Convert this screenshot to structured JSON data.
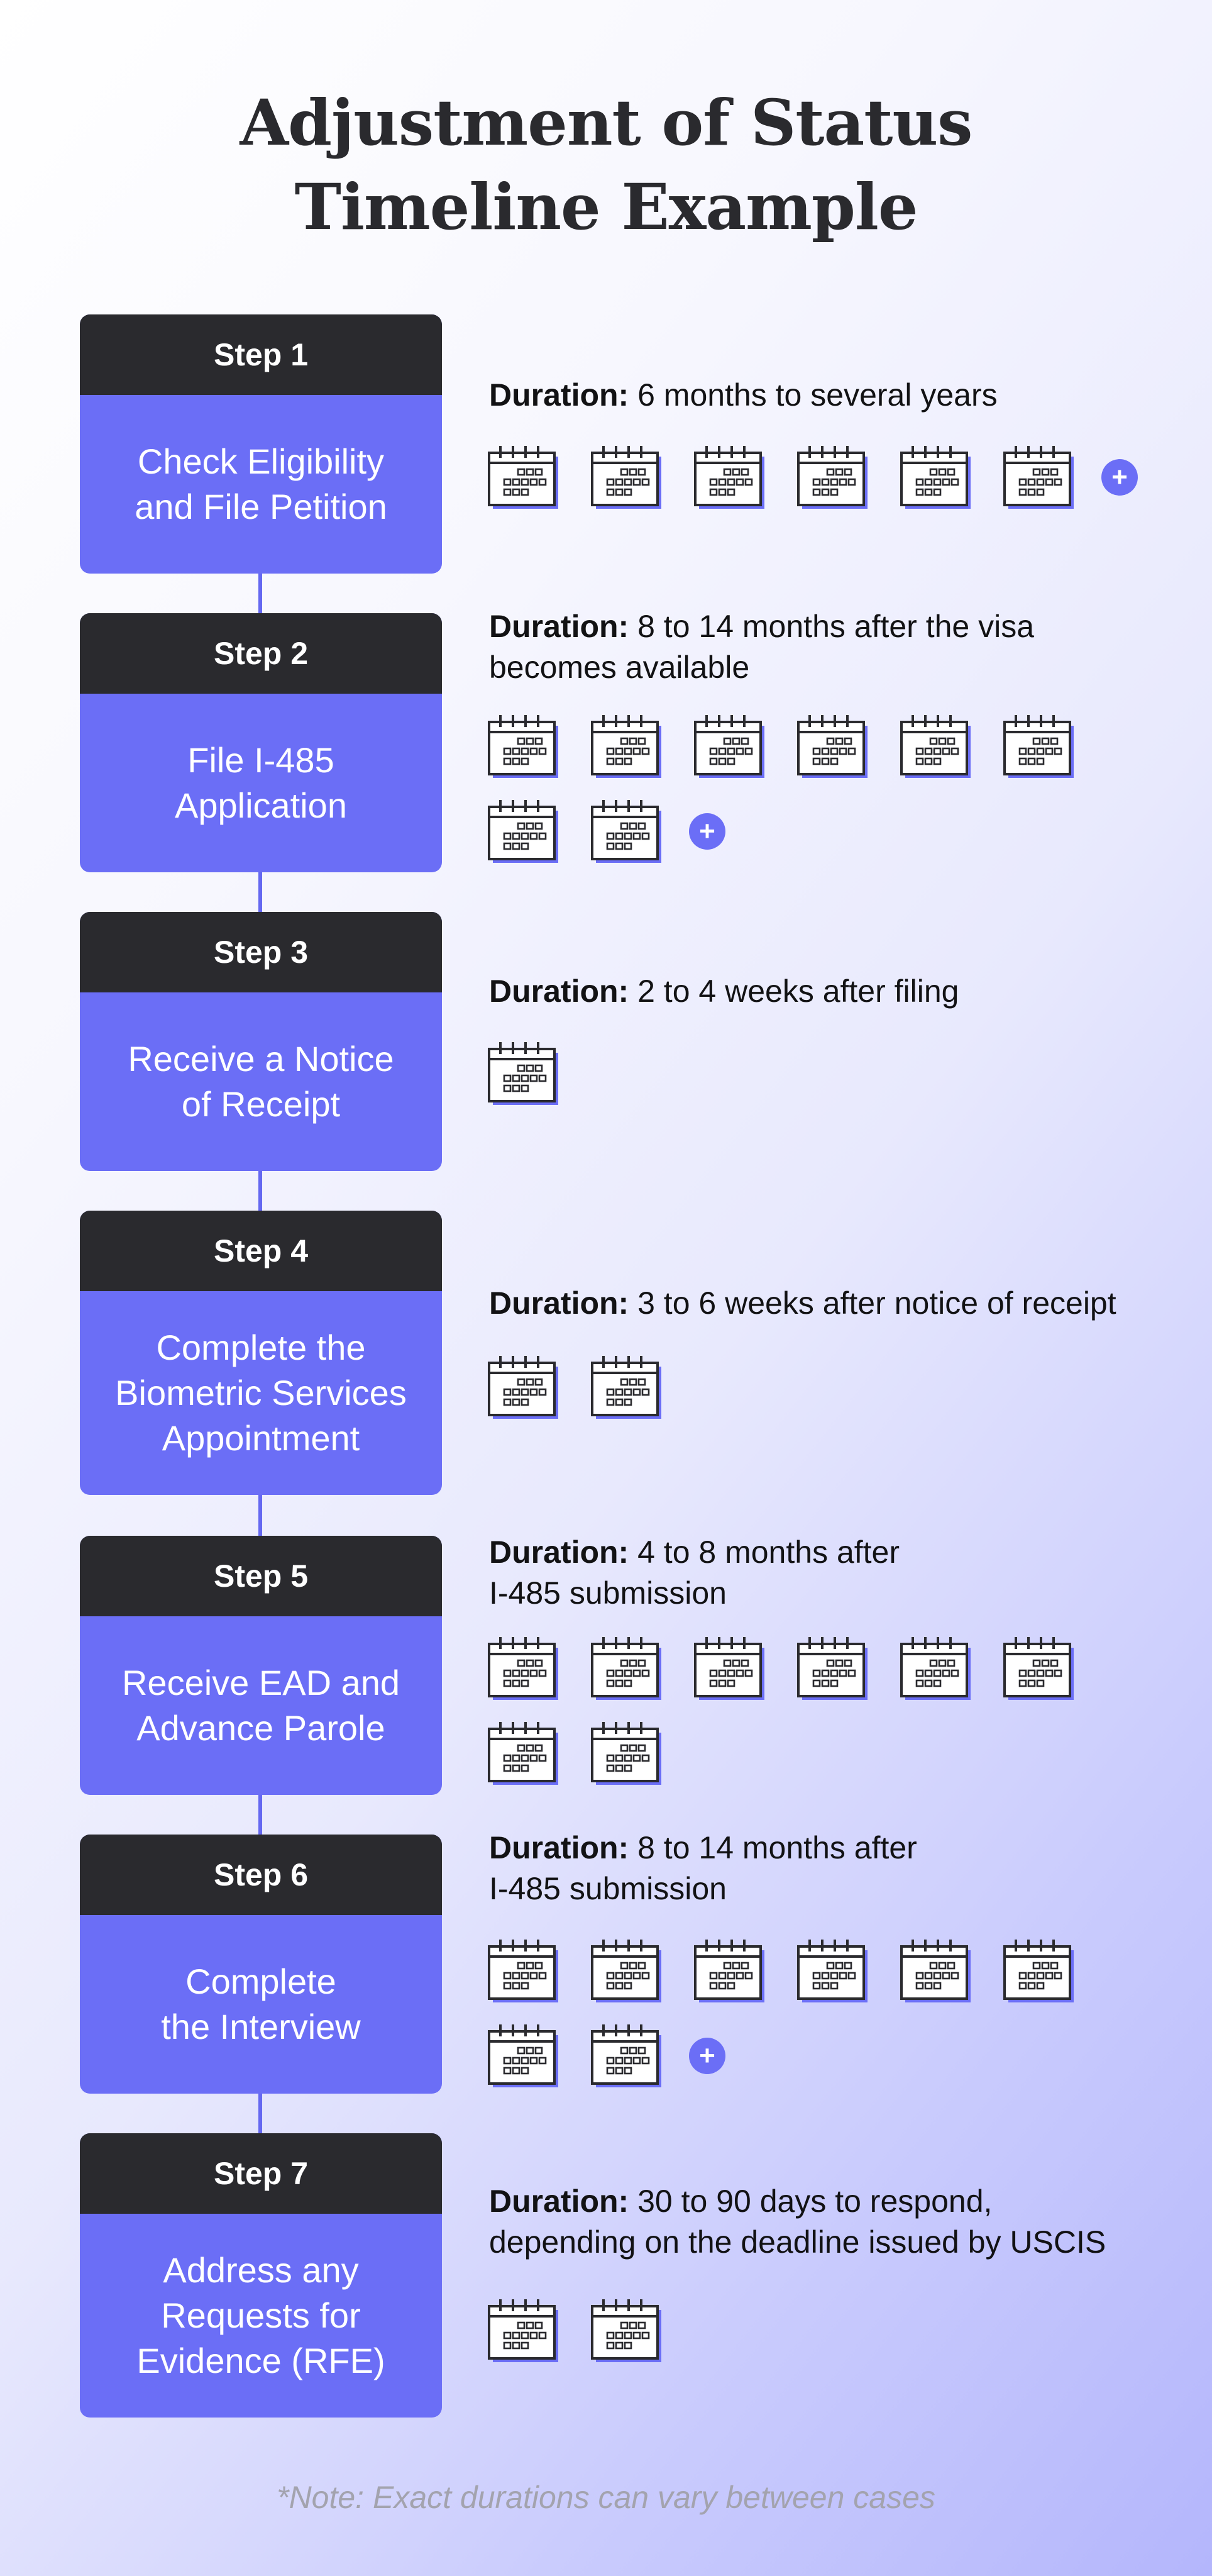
{
  "title": {
    "line1": "Adjustment of Status",
    "line2": "Timeline Example"
  },
  "duration_label": "Duration:",
  "icons": {
    "calendar": "calendar-icon",
    "plus": "plus-icon",
    "plus_symbol": "+"
  },
  "colors": {
    "card_header": "#2a2a2e",
    "card_body": "#6b6ef6",
    "accent": "#6568f1",
    "calendar_shadow": "#6b6ef6"
  },
  "steps": [
    {
      "header": "Step 1",
      "body": [
        "Check Eligibility",
        "and File Petition"
      ],
      "duration": [
        "6 months to several years"
      ],
      "calendar_count": 6,
      "has_more": true
    },
    {
      "header": "Step 2",
      "body": [
        "File I-485",
        "Application"
      ],
      "duration": [
        "8 to 14 months after the visa",
        "becomes available"
      ],
      "calendar_count": 8,
      "has_more": true
    },
    {
      "header": "Step 3",
      "body": [
        "Receive a Notice",
        "of Receipt"
      ],
      "duration": [
        "2 to 4 weeks after filing"
      ],
      "calendar_count": 1,
      "has_more": false
    },
    {
      "header": "Step 4",
      "body": [
        "Complete the",
        "Biometric Services",
        "Appointment"
      ],
      "duration": [
        "3 to 6 weeks after notice of receipt"
      ],
      "calendar_count": 2,
      "has_more": false
    },
    {
      "header": "Step 5",
      "body": [
        "Receive EAD and",
        "Advance Parole"
      ],
      "duration": [
        "4 to 8 months after",
        "I-485 submission"
      ],
      "calendar_count": 8,
      "has_more": false
    },
    {
      "header": "Step 6",
      "body": [
        "Complete",
        "the Interview"
      ],
      "duration": [
        "8 to 14 months after",
        "I-485 submission"
      ],
      "calendar_count": 8,
      "has_more": true
    },
    {
      "header": "Step 7",
      "body": [
        "Address any",
        "Requests for",
        "Evidence (RFE)"
      ],
      "duration": [
        "30 to 90 days to respond,",
        "depending on the deadline issued by USCIS"
      ],
      "calendar_count": 2,
      "has_more": false
    }
  ],
  "note": "*Note: Exact durations can vary between cases"
}
